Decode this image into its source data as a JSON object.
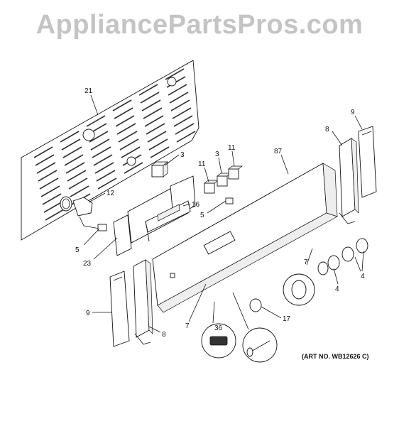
{
  "header": {
    "watermark": "AppliancePartsPros.com"
  },
  "footer": {
    "art_number": "(ART NO. WB12626 C)"
  },
  "callouts": [
    {
      "id": "c21a",
      "label": "21"
    },
    {
      "id": "c12",
      "label": "12"
    },
    {
      "id": "c5a",
      "label": "5"
    },
    {
      "id": "c23",
      "label": "23"
    },
    {
      "id": "c3a",
      "label": "3"
    },
    {
      "id": "c3b",
      "label": "3"
    },
    {
      "id": "c11a",
      "label": "11"
    },
    {
      "id": "c11b",
      "label": "11"
    },
    {
      "id": "c16",
      "label": "16"
    },
    {
      "id": "c5b",
      "label": "5"
    },
    {
      "id": "c87",
      "label": "87"
    },
    {
      "id": "c8a",
      "label": "8"
    },
    {
      "id": "c9a",
      "label": "9"
    },
    {
      "id": "c9b",
      "label": "9"
    },
    {
      "id": "c8b",
      "label": "8"
    },
    {
      "id": "c7a",
      "label": "7"
    },
    {
      "id": "c7b",
      "label": "7"
    },
    {
      "id": "c4a",
      "label": "4"
    },
    {
      "id": "c4b",
      "label": "4"
    },
    {
      "id": "c17",
      "label": "17"
    },
    {
      "id": "c36",
      "label": "36"
    }
  ]
}
